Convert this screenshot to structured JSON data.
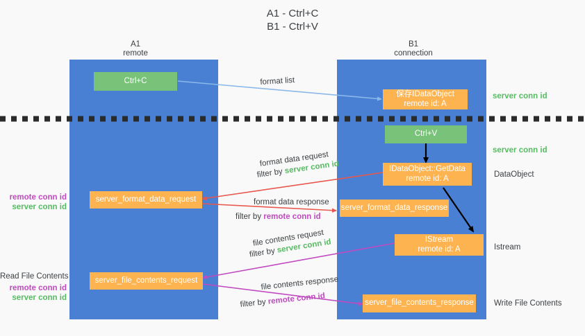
{
  "title": {
    "line1": "A1 - Ctrl+C",
    "line2": "B1 - Ctrl+V"
  },
  "columns": [
    {
      "id": "a1",
      "name": "A1",
      "sub": "remote"
    },
    {
      "id": "b1",
      "name": "B1",
      "sub": "connection"
    }
  ],
  "nodes": {
    "ctrl_c": {
      "line1": "Ctrl+C",
      "line2": ""
    },
    "save_idataobject": {
      "line1": "保存IDataObject",
      "line2": "remote id: A"
    },
    "ctrl_v": {
      "line1": "Ctrl+V",
      "line2": ""
    },
    "getdata": {
      "line1": "IDataObject::GetData",
      "line2": "remote id: A"
    },
    "format_data_request": {
      "line1": "server_format_data_request",
      "line2": ""
    },
    "format_data_response": {
      "line1": "server_format_data_response",
      "line2": ""
    },
    "istream": {
      "line1": "IStream",
      "line2": "remote id: A"
    },
    "file_contents_request": {
      "line1": "server_file_contents_request",
      "line2": ""
    },
    "file_contents_response": {
      "line1": "server_file_contents_response",
      "line2": ""
    }
  },
  "edge_labels": {
    "format_list": "format list",
    "format_data_request": "format data request",
    "format_data_request_filter_prefix": "filter by ",
    "format_data_request_filter_value": "server conn id",
    "format_data_response": "format data response",
    "format_data_response_filter_prefix": "filter by ",
    "format_data_response_filter_value": "remote conn id",
    "file_contents_request": "file contents request",
    "file_contents_request_filter_prefix": "filter by ",
    "file_contents_request_filter_value": "server conn id",
    "file_contents_response": "file contents response",
    "file_contents_response_filter_prefix": "filter by ",
    "file_contents_response_filter_value": "remote conn id"
  },
  "side_labels": {
    "left_mid_remote": "remote conn id",
    "left_mid_server": "server conn id",
    "read_file_contents": "Read File Contents",
    "left_bot_remote": "remote conn id",
    "left_bot_server": "server conn id",
    "right_top_server": "server conn id",
    "right_mid_server": "server conn id",
    "right_dataobject": "DataObject",
    "right_istream": "Istream",
    "right_write_file": "Write File Contents"
  },
  "colors": {
    "column_blue": "#4a80d4",
    "node_green": "#78c279",
    "node_orange": "#fcb350",
    "arrow_lightblue": "#8ab8e8",
    "arrow_red": "#e8574d",
    "arrow_purple": "#c14ac1",
    "arrow_black": "#000000",
    "text_green": "#57bb63",
    "text_purple": "#c14ac1",
    "background": "#f9f9f9"
  }
}
